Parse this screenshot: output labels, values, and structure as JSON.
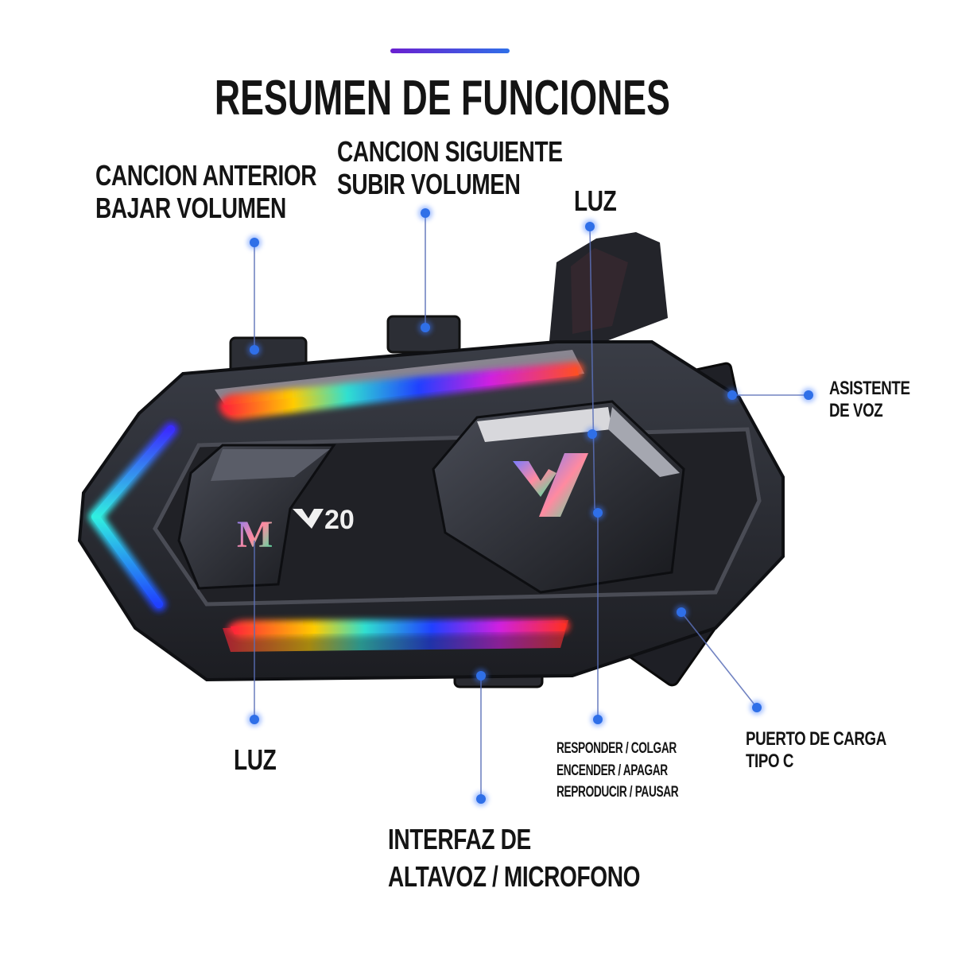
{
  "header": {
    "title": "RESUMEN DE FUNCIONES",
    "accent_colors": [
      "#6a1fd0",
      "#2f6fe8"
    ]
  },
  "device": {
    "model": "Y20",
    "logo_left": "M",
    "logo_right": "Y",
    "body_color": "#2a2c33",
    "rgb_colors": [
      "#ff1f3a",
      "#ffcc00",
      "#30e0d0",
      "#2040ff",
      "#d020e0",
      "#ff3020"
    ]
  },
  "callouts": [
    {
      "id": "prev-vol-down",
      "lines": [
        "CANCION ANTERIOR",
        "BAJAR VOLUMEN"
      ]
    },
    {
      "id": "next-vol-up",
      "lines": [
        "CANCION SIGUIENTE",
        "SUBIR VOLUMEN"
      ]
    },
    {
      "id": "light-top",
      "lines": [
        "LUZ"
      ]
    },
    {
      "id": "voice-assistant",
      "lines": [
        "ASISTENTE",
        "DE VOZ"
      ]
    },
    {
      "id": "light-bottom",
      "lines": [
        "LUZ"
      ]
    },
    {
      "id": "main-button",
      "lines": [
        "RESPONDER / COLGAR",
        "ENCENDER / APAGAR",
        "REPRODUCIR / PAUSAR"
      ]
    },
    {
      "id": "charging-port",
      "lines": [
        "PUERTO DE CARGA",
        "TIPO C"
      ]
    },
    {
      "id": "speaker-mic",
      "lines": [
        "INTERFAZ DE",
        "ALTAVOZ / MICROFONO"
      ]
    }
  ]
}
